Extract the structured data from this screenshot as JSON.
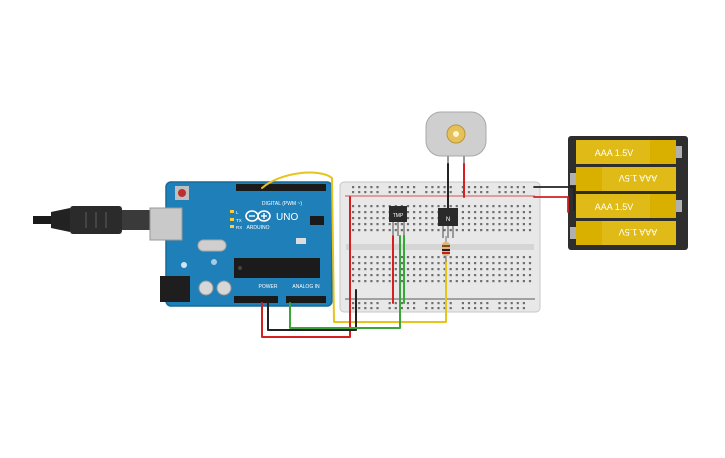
{
  "arduino": {
    "brand": "ARDUINO",
    "model": "UNO",
    "digital_header": "DIGITAL (PWM ~)",
    "power_header": "POWER",
    "analog_header": "ANALOG IN",
    "led_labels": [
      "L",
      "TX",
      "RX"
    ]
  },
  "sensor": {
    "label": "TMP"
  },
  "transistor": {
    "label": "N"
  },
  "battery": {
    "cells": [
      "AAA 1.5V",
      "AAA 1.5V",
      "AAA 1.5V",
      "AAA 1.5V"
    ]
  },
  "colors": {
    "board": "#1f7fb8",
    "board_dark": "#176a9b",
    "breadboard": "#e8e8e8",
    "battery_cell": "#d9b000",
    "battery_case": "#2e2e2e",
    "wire_red": "#d42020",
    "wire_black": "#222222",
    "wire_green": "#3aa63a",
    "wire_yellow": "#e6c41e"
  }
}
